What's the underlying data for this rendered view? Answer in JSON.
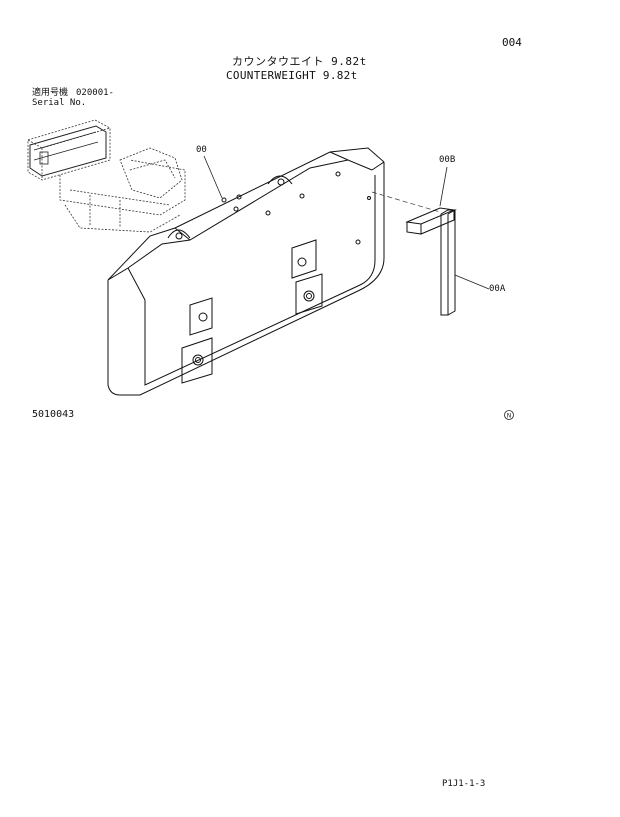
{
  "header": {
    "page_number": "004",
    "title_jp": "カウンタウエイト 9.82t",
    "title_en": "COUNTERWEIGHT 9.82t"
  },
  "serial": {
    "label_jp": "適用号機",
    "label_en": "Serial No.",
    "value": "020001-"
  },
  "parts": {
    "main": "00",
    "bracket": "00B",
    "bar": "00A"
  },
  "footer": {
    "drawing_number": "5010043",
    "page_ref": "P1J1-1-3"
  },
  "icons": {
    "marker": "circle-n-icon"
  }
}
